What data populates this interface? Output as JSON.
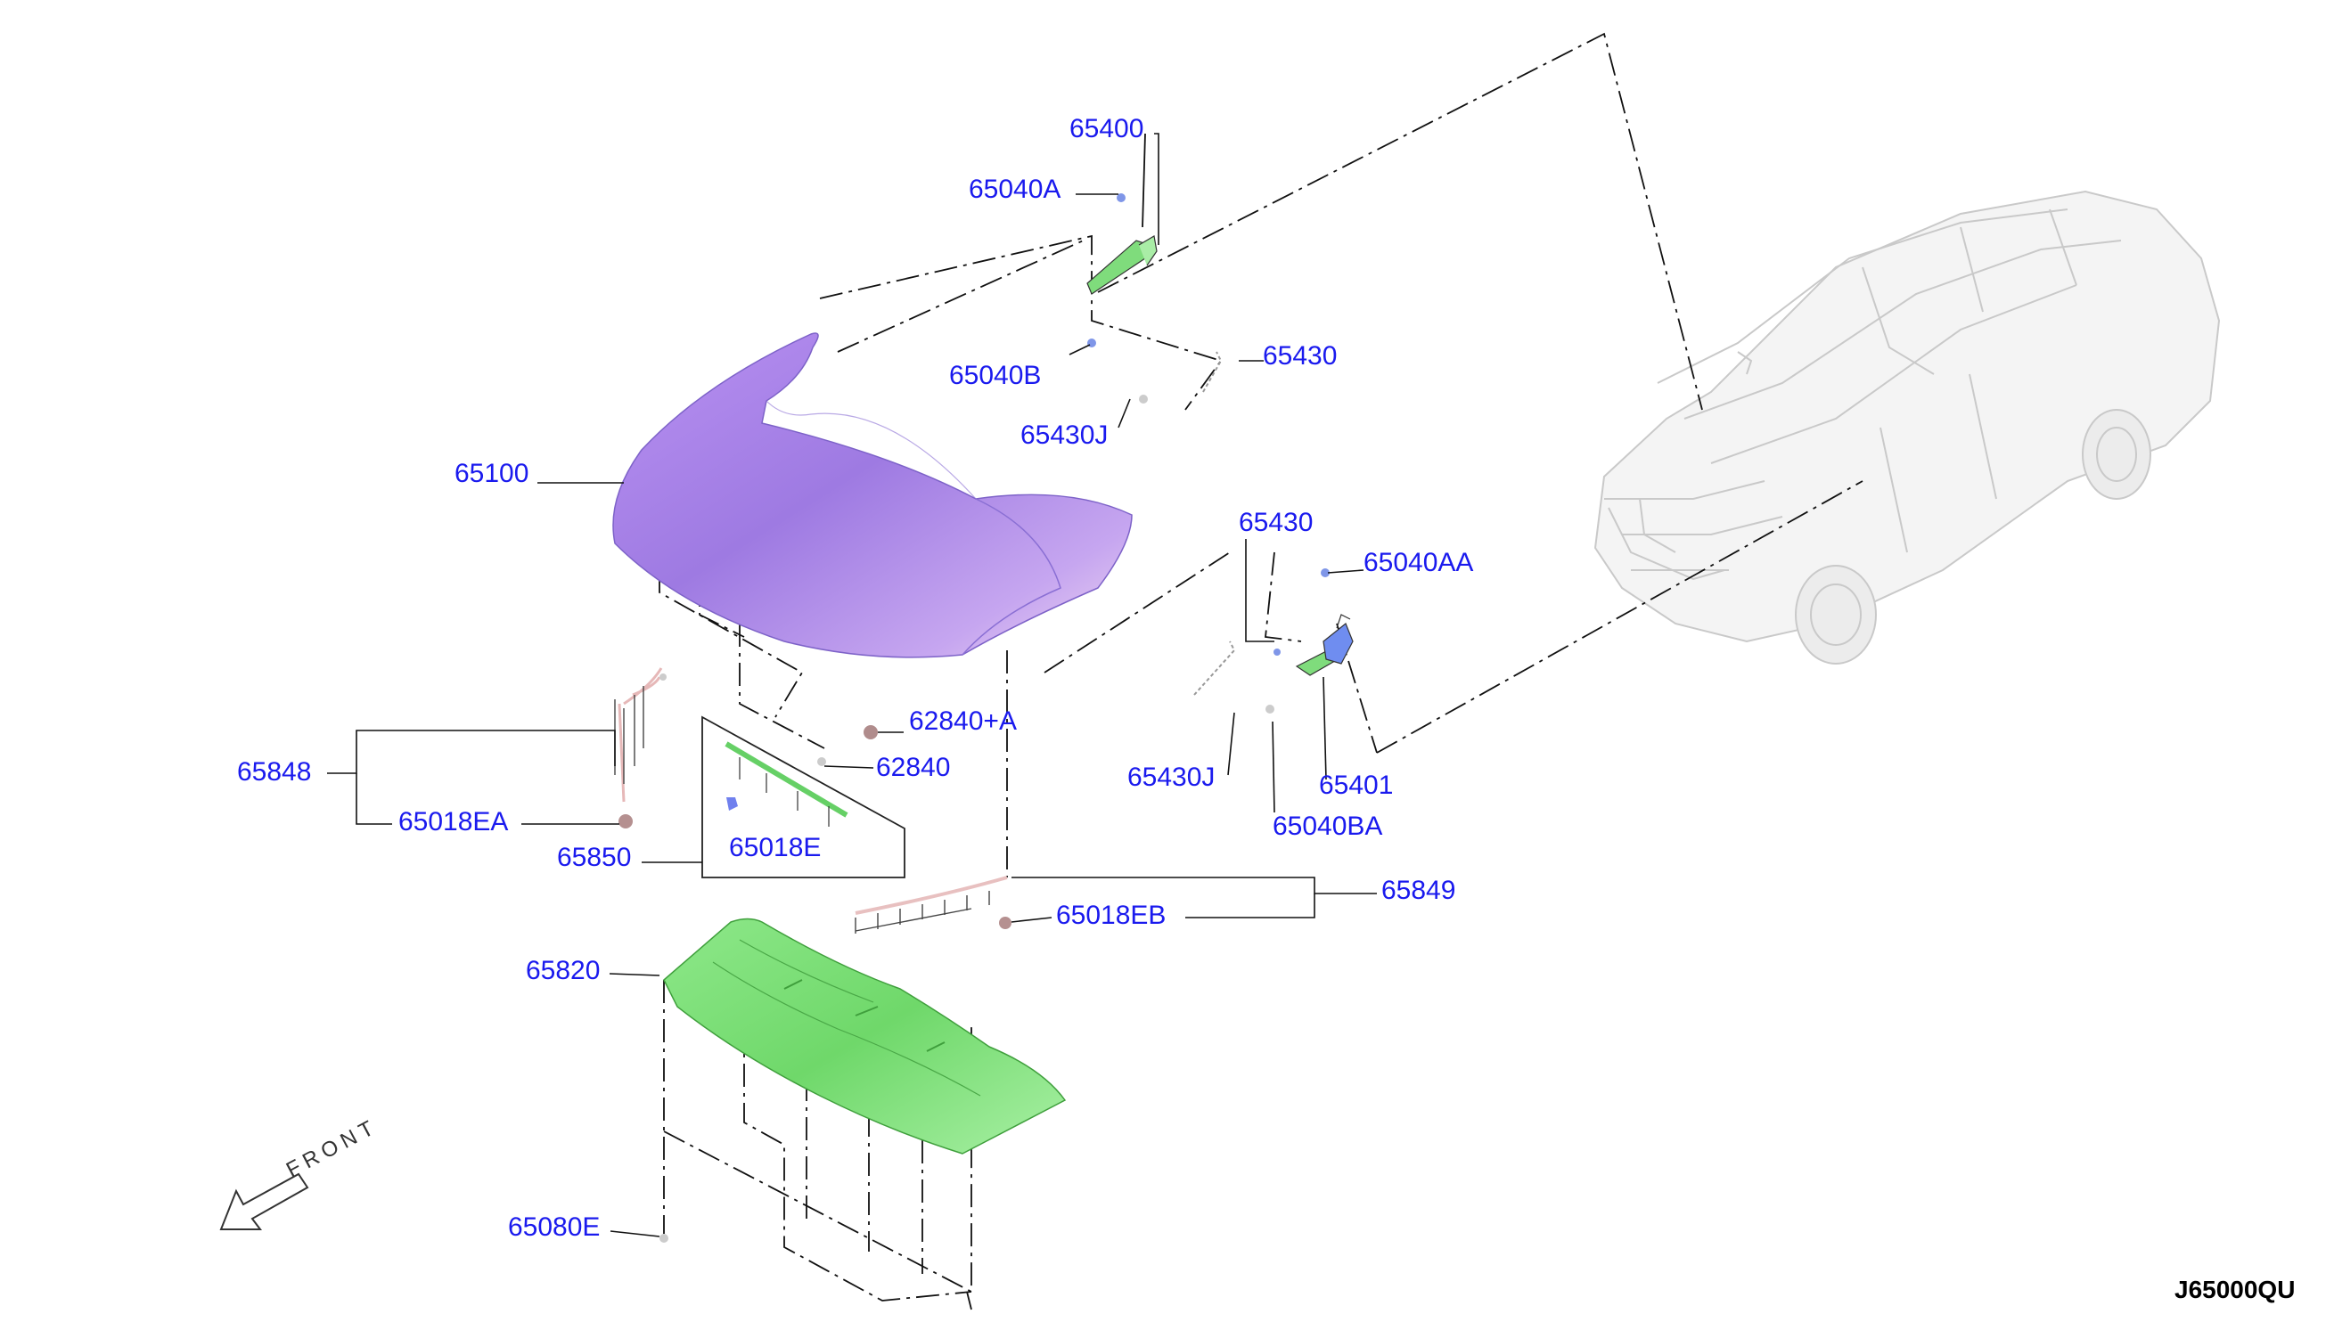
{
  "diagram_code": "J65000QU",
  "front_label": "FRONT",
  "colors": {
    "label": "#1a1aee",
    "hood": "#a47fe6",
    "insulator": "#7ee07a",
    "line": "#111111"
  },
  "parts": [
    {
      "id": "p65400",
      "label": "65400"
    },
    {
      "id": "p65040A",
      "label": "65040A"
    },
    {
      "id": "p65040B",
      "label": "65040B"
    },
    {
      "id": "p65430_top",
      "label": "65430"
    },
    {
      "id": "p65430J_top",
      "label": "65430J"
    },
    {
      "id": "p65100",
      "label": "65100"
    },
    {
      "id": "p65430_mid",
      "label": "65430"
    },
    {
      "id": "p65040AA",
      "label": "65040AA"
    },
    {
      "id": "p62840A",
      "label": "62840+A"
    },
    {
      "id": "p62840",
      "label": "62840"
    },
    {
      "id": "p65848",
      "label": "65848"
    },
    {
      "id": "p65430J_mid",
      "label": "65430J"
    },
    {
      "id": "p65401",
      "label": "65401"
    },
    {
      "id": "p65018EA",
      "label": "65018EA"
    },
    {
      "id": "p65040BA",
      "label": "65040BA"
    },
    {
      "id": "p65850",
      "label": "65850"
    },
    {
      "id": "p65018E",
      "label": "65018E"
    },
    {
      "id": "p65849",
      "label": "65849"
    },
    {
      "id": "p65018EB",
      "label": "65018EB"
    },
    {
      "id": "p65820",
      "label": "65820"
    },
    {
      "id": "p65080E",
      "label": "65080E"
    }
  ]
}
